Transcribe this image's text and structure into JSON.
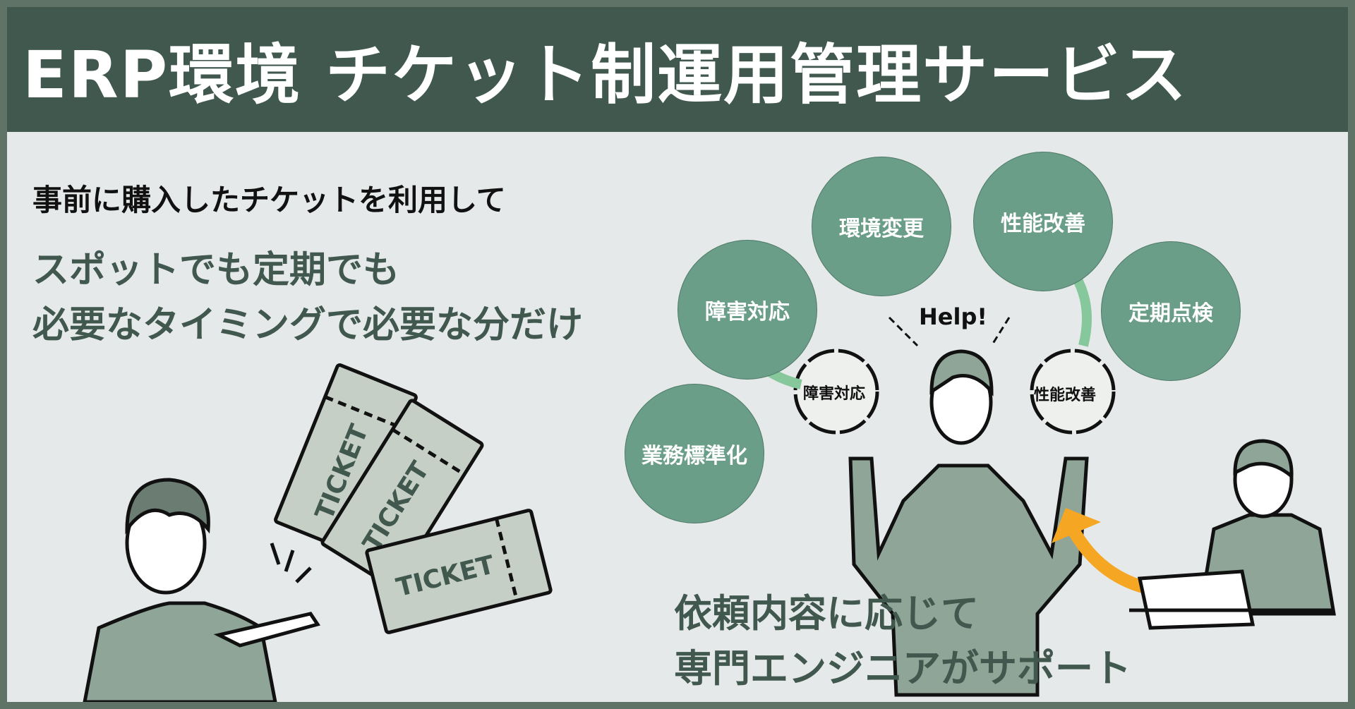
{
  "header": {
    "title": "ERP環境 チケット制運用管理サービス"
  },
  "left": {
    "lead": "事前に購入したチケットを利用して",
    "sub_lines": [
      "スポットでも定期でも",
      "必要なタイミングで必要な分だけ"
    ],
    "ticket_label": "TICKET"
  },
  "right": {
    "bubbles": [
      "障害対応",
      "環境変更",
      "性能改善",
      "定期点検",
      "業務標準化"
    ],
    "help": "Help!",
    "held_items": [
      "障害対応",
      "性能改善"
    ],
    "bottom_lines": [
      "依頼内容に応じて",
      "専門エンジニアがサポート"
    ]
  },
  "colors": {
    "header": "#41584f",
    "background": "#e6e9e9",
    "bubble": "#6a9e89",
    "border": "#5f7367",
    "ticket": "#c5cfc6",
    "suit": "#8fa597",
    "arrow_green": "#86c79b",
    "arrow_orange": "#f5a623"
  }
}
